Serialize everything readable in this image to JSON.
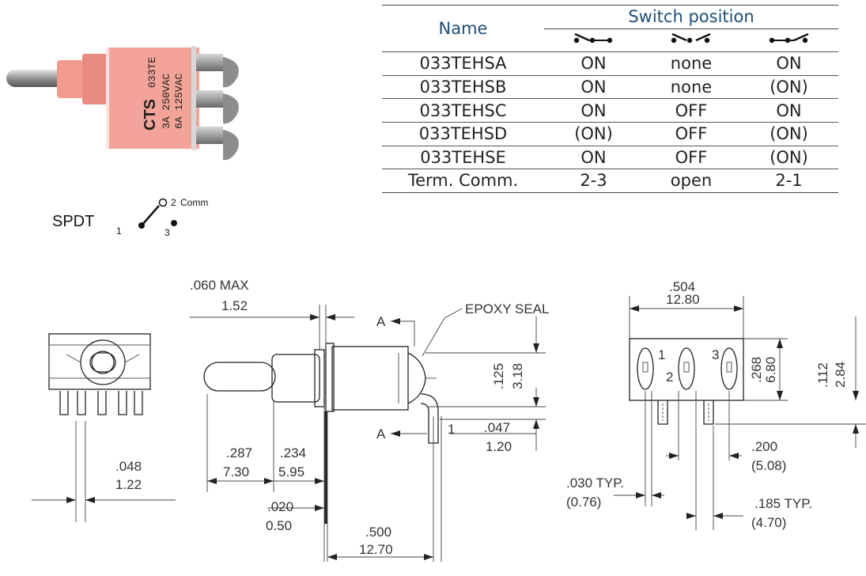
{
  "photo": {
    "label_brand": "CTS",
    "label_lines": [
      "033TE",
      "3A 250VAC",
      "6A 125VAC"
    ]
  },
  "schematic": {
    "type_label": "SPDT",
    "pin1": "1",
    "pin2": "2",
    "pin3": "3",
    "comm_label": "Comm"
  },
  "table": {
    "name_header": "Name",
    "position_header": "Switch position",
    "position_icons": [
      "toggle-left-icon",
      "toggle-center-icon",
      "toggle-right-icon"
    ],
    "rows": [
      {
        "name": "033TEHSA",
        "left": "ON",
        "center": "none",
        "right": "ON"
      },
      {
        "name": "033TEHSB",
        "left": "ON",
        "center": "none",
        "right": "(ON)"
      },
      {
        "name": "033TEHSC",
        "left": "ON",
        "center": "OFF",
        "right": "ON"
      },
      {
        "name": "033TEHSD",
        "left": "(ON)",
        "center": "OFF",
        "right": "(ON)"
      },
      {
        "name": "033TEHSE",
        "left": "ON",
        "center": "OFF",
        "right": "(ON)"
      },
      {
        "name": "Term. Comm.",
        "left": "2-3",
        "center": "open",
        "right": "2-1"
      }
    ]
  },
  "dimensions": {
    "max_thick_in": ".060 MAX",
    "max_thick_mm": "1.52",
    "epoxy_label": "EPOXY SEAL",
    "section_a": "A",
    "lever_in": ".287",
    "lever_mm": "7.30",
    "bushing_in": ".234",
    "bushing_mm": "5.95",
    "plate_in": ".020",
    "plate_mm": "0.50",
    "body_in": ".500",
    "body_mm": "12.70",
    "height_in": ".125",
    "height_mm": "3.18",
    "term_in": ".047",
    "term_mm": "1.20",
    "term_num": "1",
    "pin_in": ".048",
    "pin_mm": "1.22",
    "width_in": ".504",
    "width_mm": "12.80",
    "side_h_in": ".268",
    "side_h_mm": "6.80",
    "side_h2_in": ".112",
    "side_h2_mm": "2.84",
    "pitch_in": ".200",
    "pitch_mm": "(5.08)",
    "hole_in": ".030 TYP.",
    "hole_mm": "(0.76)",
    "term_pitch_in": ".185 TYP.",
    "term_pitch_mm": "(4.70)",
    "pin_labels": [
      "1",
      "2",
      "3"
    ]
  }
}
